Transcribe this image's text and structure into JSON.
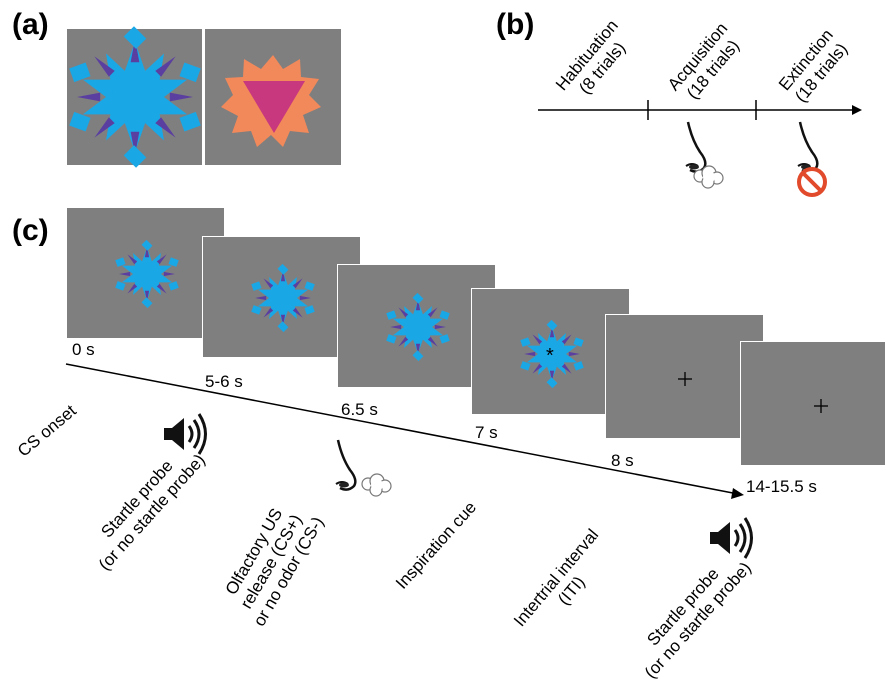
{
  "labels": {
    "a": "(a)",
    "b": "(b)",
    "c": "(c)"
  },
  "colors": {
    "background": "#7f7f7f",
    "cs_plus_star": "#1aa7e6",
    "cs_minus_star": "#f2895a",
    "triangle": "#c8387e",
    "arrows": "#5b3fa0"
  },
  "phases": [
    {
      "name": "Habituation",
      "trials": "(8 trials)"
    },
    {
      "name": "Acquisition",
      "trials": "(18 trials)"
    },
    {
      "name": "Extinction",
      "trials": "(18 trials)"
    }
  ],
  "times": [
    "0 s",
    "5-6 s",
    "6.5 s",
    "7 s",
    "8 s",
    "14-15.5 s"
  ],
  "events": {
    "cs_onset": "CS onset",
    "startle1": [
      "Startle probe",
      "(or no startle probe)"
    ],
    "olfactory": [
      "Olfactory US",
      "release (CS+)",
      "or no odor (CS-)"
    ],
    "inspiration": "Inspiration cue",
    "iti": [
      "Intertrial interval",
      "(ITI)"
    ],
    "startle2": [
      "Startle probe",
      "(or no startle probe)"
    ]
  }
}
